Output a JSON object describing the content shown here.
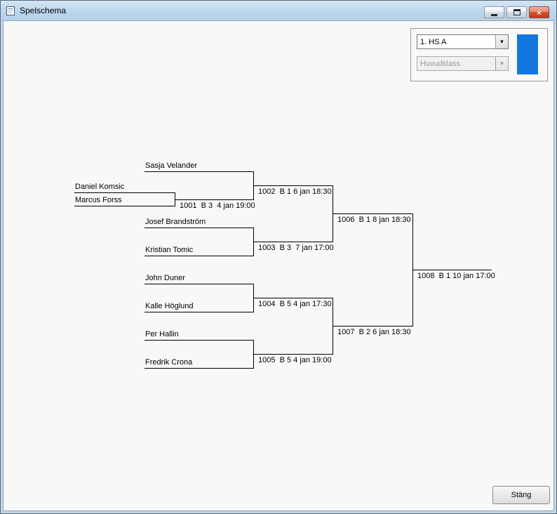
{
  "window": {
    "title": "Spelschema"
  },
  "icons": {
    "dropdown": "▼",
    "close": "×"
  },
  "selectors": {
    "class_value": "1. HS A",
    "group_value": "Huvudklass",
    "class_color": "#1377dd"
  },
  "bracket": {
    "players": [
      "Sasja Velander",
      "Daniel Komsic",
      "Marcus Forss",
      "Josef Brandström",
      "Kristian Tomic",
      "John Duner",
      "Kalle Höglund",
      "Per Hallin",
      "Fredrik Crona"
    ],
    "matches": {
      "m1001": "1001  B 3  4 jan 19:00",
      "m1002": "1002  B 1 6 jan 18:30",
      "m1003": "1003  B 3  7 jan 17:00",
      "m1004": "1004  B 5 4 jan 17:30",
      "m1005": "1005  B 5 4 jan 19:00",
      "m1006": "1006  B 1 8 jan 18:30",
      "m1007": "1007  B 2 6 jan 18:30",
      "m1008": "1008  B 1 10 jan 17:00"
    }
  },
  "buttons": {
    "close_label": "Stäng"
  }
}
